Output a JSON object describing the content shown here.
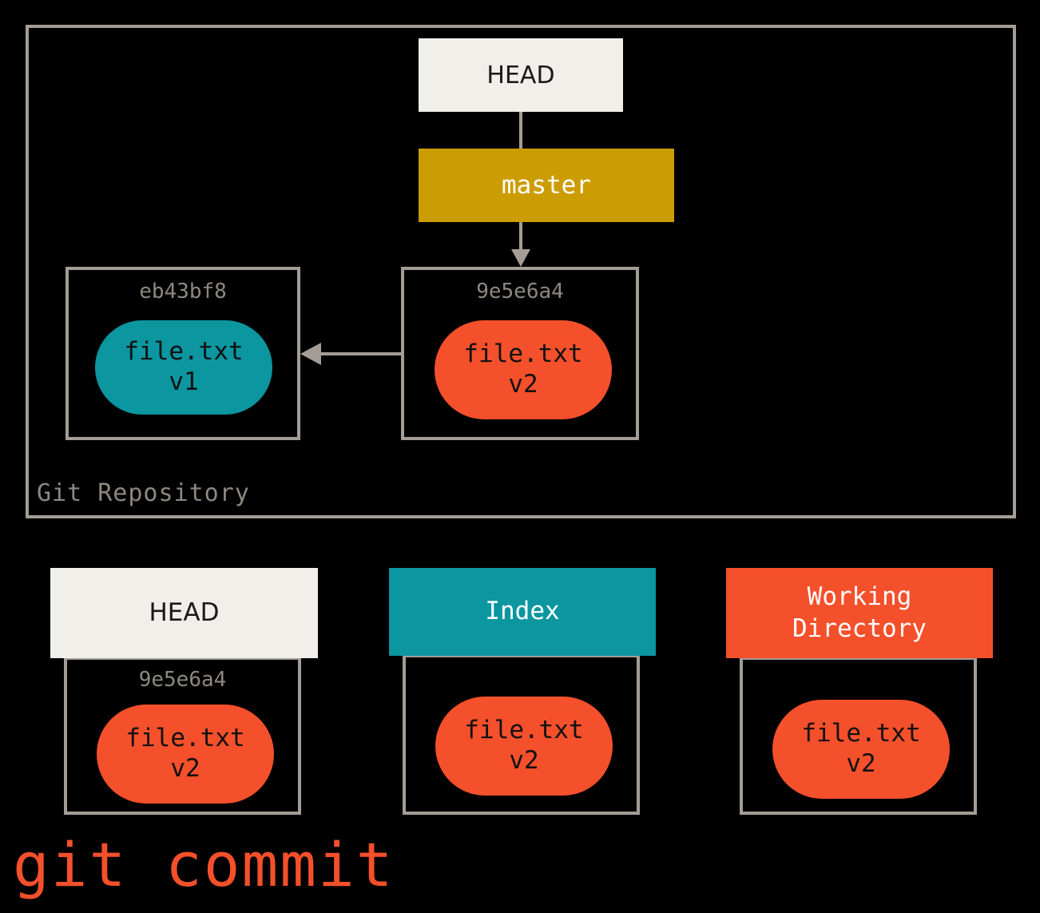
{
  "diagram": {
    "caption": "git commit",
    "repository": {
      "label": "Git Repository",
      "head_pointer": {
        "label": "HEAD"
      },
      "branch": {
        "label": "master",
        "color": "#cc9d02"
      },
      "commits": [
        {
          "hash": "eb43bf8",
          "blob_name": "file.txt",
          "blob_version": "v1",
          "color": "#0b96a0"
        },
        {
          "hash": "9e5e6a4",
          "blob_name": "file.txt",
          "blob_version": "v2",
          "color": "#f4502b"
        }
      ]
    },
    "areas": [
      {
        "title": "HEAD",
        "title_line2": "",
        "hash": "9e5e6a4",
        "blob_name": "file.txt",
        "blob_version": "v2",
        "header_color": "#f0efea",
        "blob_color": "#f4502b"
      },
      {
        "title": "Index",
        "title_line2": "",
        "hash": "",
        "blob_name": "file.txt",
        "blob_version": "v2",
        "header_color": "#0b96a0",
        "blob_color": "#f4502b"
      },
      {
        "title": "Working",
        "title_line2": "Directory",
        "hash": "",
        "blob_name": "file.txt",
        "blob_version": "v2",
        "header_color": "#f4502b",
        "blob_color": "#f4502b"
      }
    ],
    "colors": {
      "background": "#000000",
      "border_gray": "#a39d95",
      "label_gray": "#8d8880",
      "teal": "#0b96a0",
      "orange": "#f4502b",
      "gold": "#cc9d02",
      "offwhite": "#f0efea"
    }
  }
}
